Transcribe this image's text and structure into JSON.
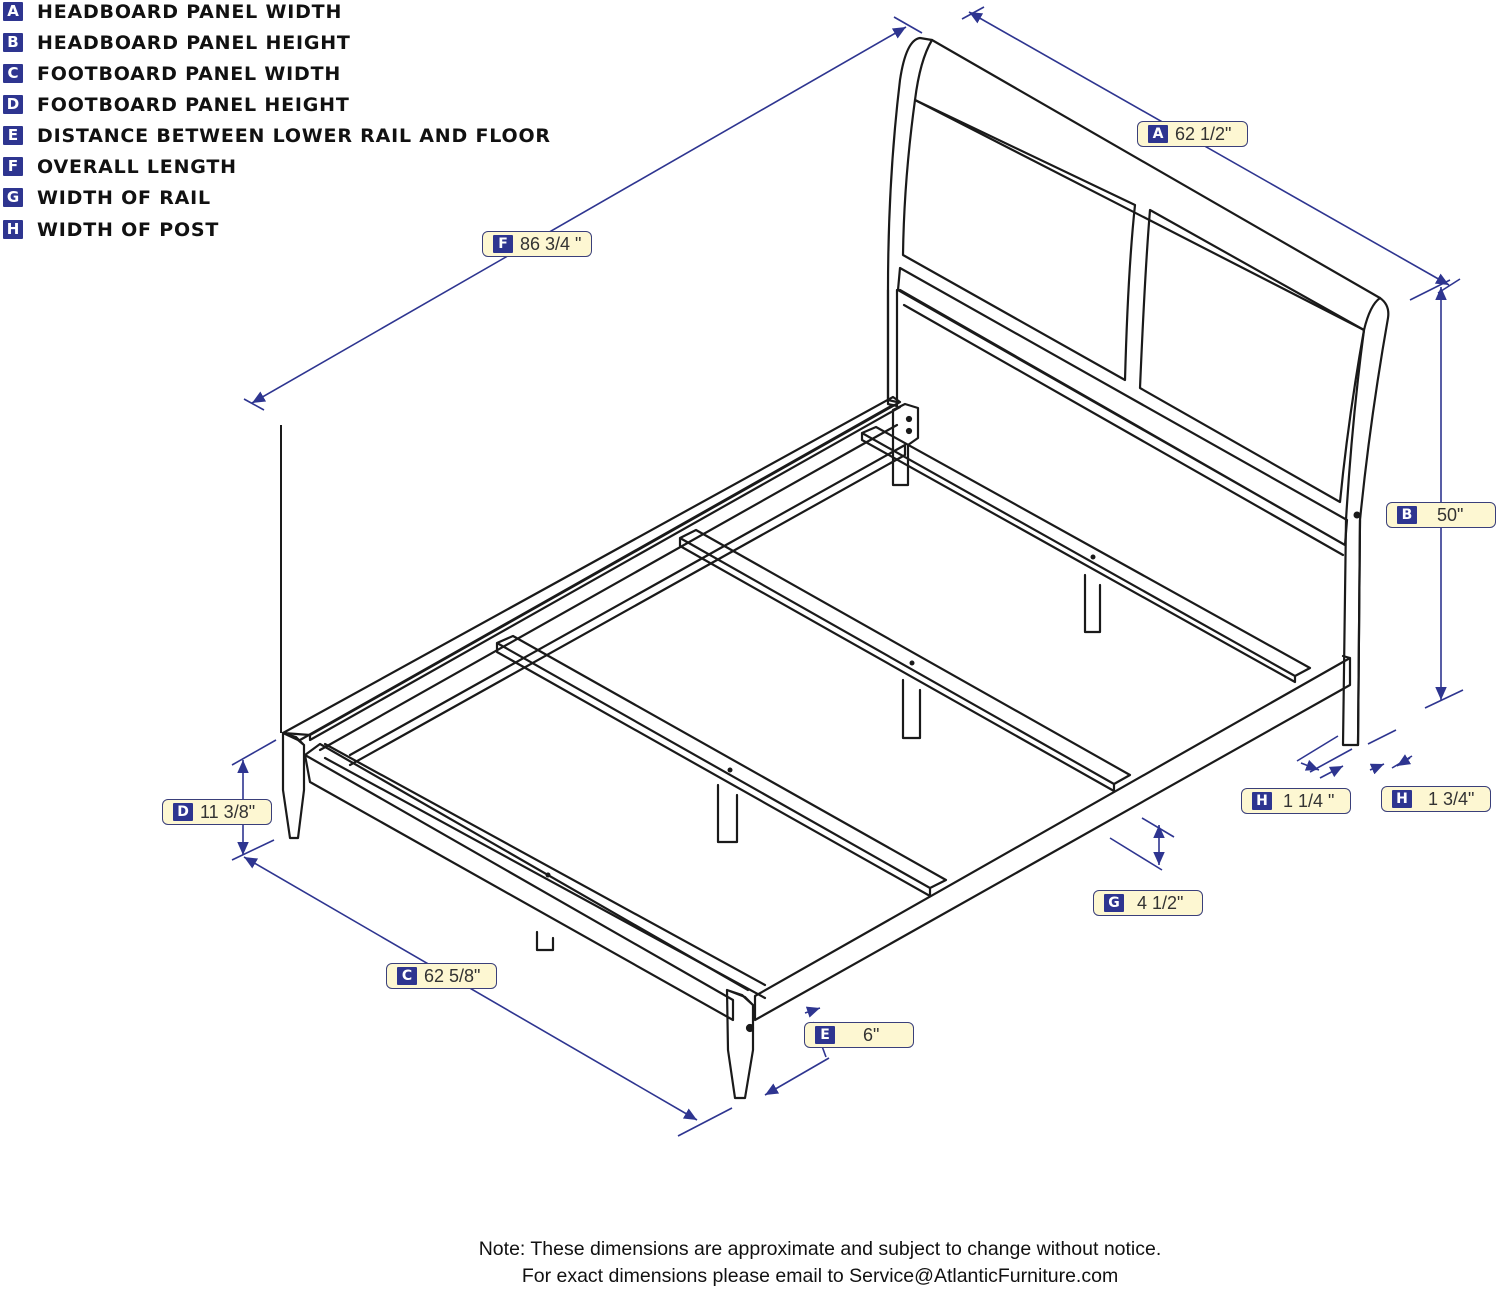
{
  "legend": [
    {
      "letter": "A",
      "label": "HEADBOARD PANEL WIDTH"
    },
    {
      "letter": "B",
      "label": "HEADBOARD PANEL HEIGHT"
    },
    {
      "letter": "C",
      "label": "FOOTBOARD PANEL WIDTH"
    },
    {
      "letter": "D",
      "label": "FOOTBOARD PANEL HEIGHT"
    },
    {
      "letter": "E",
      "label": "DISTANCE BETWEEN LOWER RAIL AND FLOOR"
    },
    {
      "letter": "F",
      "label": "OVERALL LENGTH"
    },
    {
      "letter": "G",
      "label": "WIDTH OF RAIL"
    },
    {
      "letter": "H",
      "label": "WIDTH OF POST"
    }
  ],
  "dimensions": {
    "A": {
      "letter": "A",
      "value": "62 1/2\""
    },
    "B": {
      "letter": "B",
      "value": "50\""
    },
    "C": {
      "letter": "C",
      "value": "62 5/8\""
    },
    "D": {
      "letter": "D",
      "value": "11 3/8\""
    },
    "E": {
      "letter": "E",
      "value": "6\""
    },
    "F": {
      "letter": "F",
      "value": "86 3/4 \""
    },
    "G": {
      "letter": "G",
      "value": "4 1/2\""
    },
    "H1": {
      "letter": "H",
      "value": "1 1/4 \""
    },
    "H2": {
      "letter": "H",
      "value": "1 3/4\""
    }
  },
  "note": {
    "line1": "Note:  These dimensions are approximate and subject to change without notice.",
    "line2": "For exact dimensions please email to Service@AtlanticFurniture.com"
  },
  "colors": {
    "accent": "#2e3590",
    "badge_fill": "#fdf7d2",
    "line": "#1a1a1a"
  }
}
